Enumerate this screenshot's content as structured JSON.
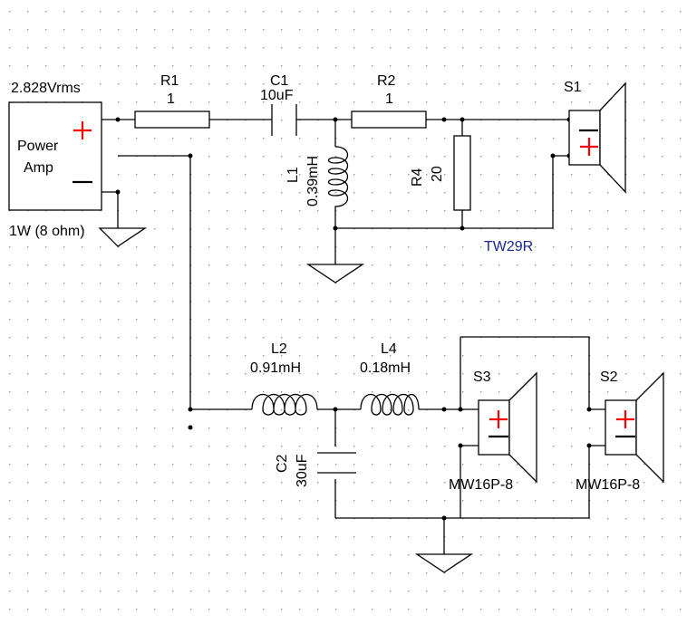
{
  "source": {
    "voltage": "2.828Vrms",
    "name_line1": "Power",
    "name_line2": "Amp",
    "power_note": "1W (8 ohm)",
    "plus": "+",
    "minus": "−"
  },
  "components": {
    "r1": {
      "ref": "R1",
      "value": "1"
    },
    "c1": {
      "ref": "C1",
      "value": "10uF"
    },
    "r2": {
      "ref": "R2",
      "value": "1"
    },
    "l1": {
      "ref": "L1",
      "value": "0.39mH"
    },
    "r4": {
      "ref": "R4",
      "value": "20"
    },
    "l2": {
      "ref": "L2",
      "value": "0.91mH"
    },
    "l4": {
      "ref": "L4",
      "value": "0.18mH"
    },
    "c2": {
      "ref": "C2",
      "value": "30uF"
    }
  },
  "speakers": {
    "s1": {
      "ref": "S1",
      "model": "TW29R"
    },
    "s3": {
      "ref": "S3",
      "model": "MW16P-8"
    },
    "s2": {
      "ref": "S2",
      "model": "MW16P-8"
    }
  },
  "colors": {
    "wire": "#000000",
    "plus_sign": "#ff0000",
    "model_label_s1": "#1a2a8c",
    "grid_dot": "#9a9a9a"
  }
}
